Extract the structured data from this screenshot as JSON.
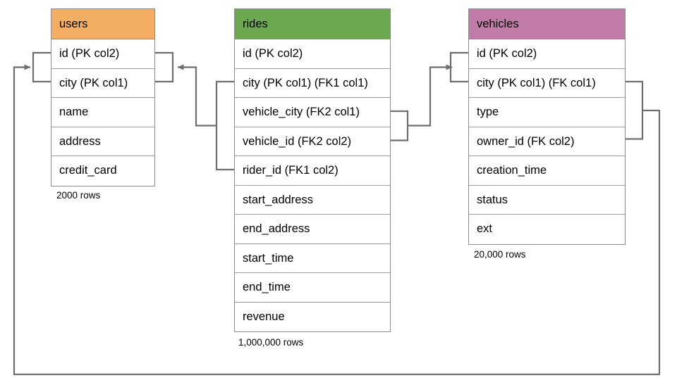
{
  "diagram": {
    "title": "",
    "colors": {
      "users_header": "#F4AE63",
      "rides_header": "#6BA84F",
      "vehicles_header": "#C07BA7",
      "border": "#8C8C8C",
      "connector": "#6E6E6E",
      "background": "#FFFFFF"
    }
  },
  "tables": {
    "users": {
      "name": "users",
      "row_count": "2000 rows",
      "fields": [
        {
          "label": "id (PK col2)"
        },
        {
          "label": "city (PK col1)"
        },
        {
          "label": "name"
        },
        {
          "label": "address"
        },
        {
          "label": "credit_card"
        }
      ]
    },
    "rides": {
      "name": "rides",
      "row_count": "1,000,000 rows",
      "fields": [
        {
          "label": "id (PK col2)"
        },
        {
          "label": "city (PK col1) (FK1 col1)"
        },
        {
          "label": "vehicle_city (FK2 col1)"
        },
        {
          "label": "vehicle_id (FK2 col2)"
        },
        {
          "label": "rider_id (FK1 col2)"
        },
        {
          "label": "start_address"
        },
        {
          "label": "end_address"
        },
        {
          "label": "start_time"
        },
        {
          "label": "end_time"
        },
        {
          "label": "revenue"
        }
      ]
    },
    "vehicles": {
      "name": "vehicles",
      "row_count": "20,000 rows",
      "fields": [
        {
          "label": "id (PK col2)"
        },
        {
          "label": "city (PK col1) (FK col1)"
        },
        {
          "label": "type"
        },
        {
          "label": "owner_id (FK col2)"
        },
        {
          "label": "creation_time"
        },
        {
          "label": "status"
        },
        {
          "label": "ext"
        }
      ]
    }
  },
  "relationships": [
    {
      "name": "rides-fk1-to-users",
      "from_table": "rides",
      "from_fields": [
        "city (PK col1) (FK1 col1)",
        "rider_id (FK1 col2)"
      ],
      "to_table": "users",
      "to_fields": [
        "id (PK col2)",
        "city (PK col1)"
      ],
      "direction": "rides-to-users"
    },
    {
      "name": "rides-fk2-to-vehicles",
      "from_table": "rides",
      "from_fields": [
        "vehicle_city (FK2 col1)",
        "vehicle_id (FK2 col2)"
      ],
      "to_table": "vehicles",
      "to_fields": [
        "id (PK col2)",
        "city (PK col1) (FK col1)"
      ],
      "direction": "rides-to-vehicles"
    },
    {
      "name": "vehicles-fk-to-users",
      "from_table": "vehicles",
      "from_fields": [
        "city (PK col1) (FK col1)",
        "owner_id (FK col2)"
      ],
      "to_table": "users",
      "to_fields": [
        "id (PK col2)",
        "city (PK col1)"
      ],
      "direction": "vehicles-to-users"
    }
  ]
}
